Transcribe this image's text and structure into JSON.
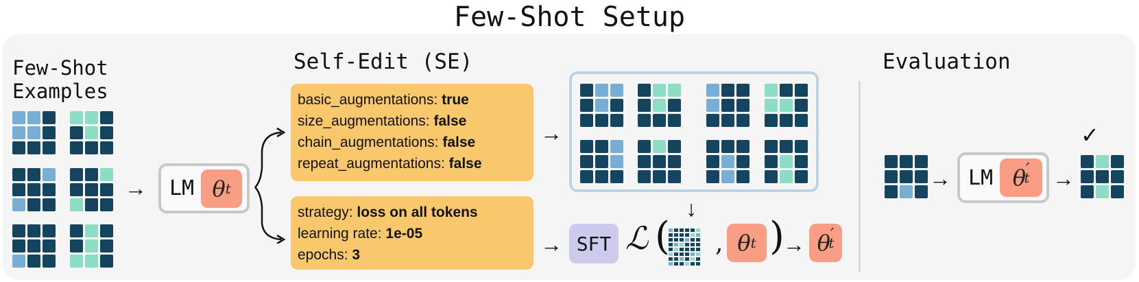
{
  "title": "Few-Shot Setup",
  "few_shot": {
    "line1": "Few-Shot",
    "line2": "Examples"
  },
  "self_edit": {
    "header": "Self-Edit (SE)",
    "augmentations": [
      {
        "key": "basic_augmentations:",
        "value": "true"
      },
      {
        "key": "size_augmentations:",
        "value": "false"
      },
      {
        "key": "chain_augmentations:",
        "value": "false"
      },
      {
        "key": "repeat_augmentations:",
        "value": "false"
      }
    ],
    "training": [
      {
        "key": "strategy:",
        "value": "loss on all tokens"
      },
      {
        "key": "learning rate:",
        "value": "1e-05"
      },
      {
        "key": "epochs:",
        "value": "3"
      }
    ]
  },
  "lm": {
    "label": "LM",
    "theta": "θ",
    "theta_sub": "t",
    "theta_prime": "′"
  },
  "sft": {
    "label": "SFT"
  },
  "loss": {
    "symbol": "ℒ"
  },
  "evaluation": {
    "header": "Evaluation",
    "result": "✓"
  },
  "colors": {
    "dark": "#15445e",
    "light_blue": "#78aed3",
    "mint": "#8ddcc6",
    "config": "#fac86c",
    "theta": "#f99d84",
    "sft": "#cccbee"
  },
  "icons": [
    "grid-icon",
    "arrow-right-icon",
    "arrow-down-icon",
    "brace-icon",
    "checkmark-icon"
  ]
}
